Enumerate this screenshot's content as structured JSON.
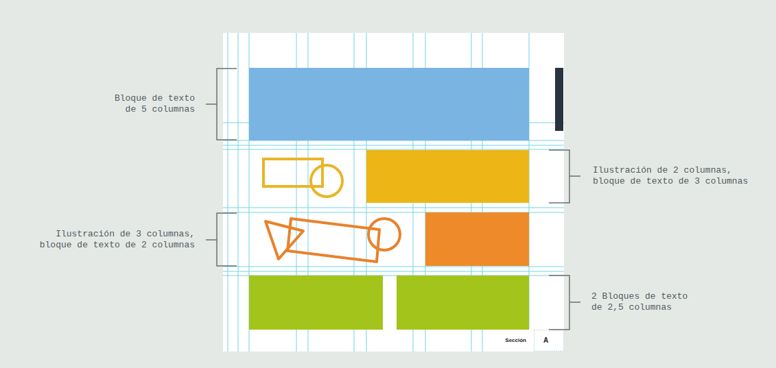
{
  "diagram": {
    "labels": [
      "Bloque de texto de 5 columnas",
      "Ilustración de 2 columnas, bloque de texto de 3 columnas",
      "Ilustración de 3 columnas, bloque de texto de 2 columnas",
      "2 Bloques de texto de 2,5 columnas",
      "Sección",
      "A"
    ]
  }
}
